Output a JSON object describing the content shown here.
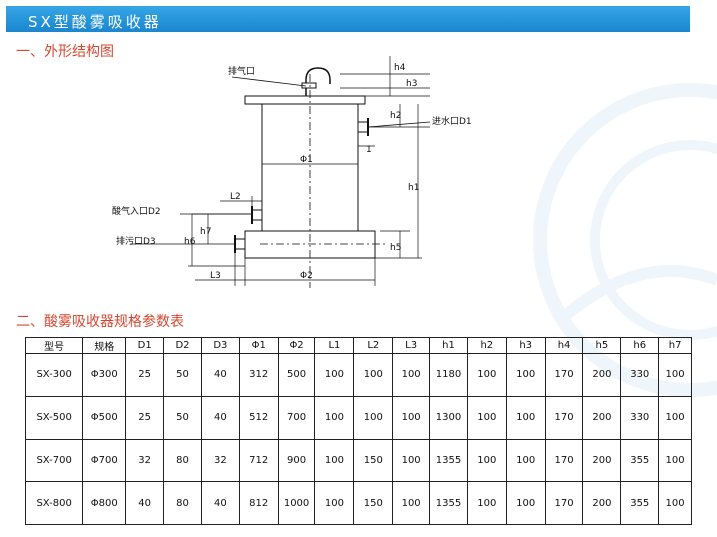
{
  "title": "SX型酸雾吸收器",
  "section1": "一、外形结构图",
  "section2": "二、酸雾吸收器规格参数表",
  "diagram": {
    "exhaust": "排气口",
    "inlet_water": "进水口D1",
    "acid_inlet": "酸气入口D2",
    "drain": "排污口D3",
    "phi1": "Φ1",
    "phi2": "Φ2",
    "h1": "h1",
    "h2": "h2",
    "h3": "h3",
    "h4": "h4",
    "h5": "h5",
    "h6": "h6",
    "h7": "h7",
    "l1": "1",
    "l2": "L2",
    "l3": "L3"
  },
  "table": {
    "headers": [
      "型号",
      "规格",
      "D1",
      "D2",
      "D3",
      "Φ1",
      "Φ2",
      "L1",
      "L2",
      "L3",
      "h1",
      "h2",
      "h3",
      "h4",
      "h5",
      "h6",
      "h7"
    ],
    "rows": [
      [
        "SX-300",
        "Φ300",
        "25",
        "50",
        "40",
        "312",
        "500",
        "100",
        "100",
        "100",
        "1180",
        "100",
        "100",
        "170",
        "200",
        "330",
        "100"
      ],
      [
        "SX-500",
        "Φ500",
        "25",
        "50",
        "40",
        "512",
        "700",
        "100",
        "100",
        "100",
        "1300",
        "100",
        "100",
        "170",
        "200",
        "330",
        "100"
      ],
      [
        "SX-700",
        "Φ700",
        "32",
        "80",
        "32",
        "712",
        "900",
        "100",
        "150",
        "100",
        "1355",
        "100",
        "100",
        "170",
        "200",
        "355",
        "100"
      ],
      [
        "SX-800",
        "Φ800",
        "40",
        "80",
        "40",
        "812",
        "1000",
        "100",
        "150",
        "100",
        "1355",
        "100",
        "100",
        "170",
        "200",
        "355",
        "100"
      ]
    ]
  }
}
